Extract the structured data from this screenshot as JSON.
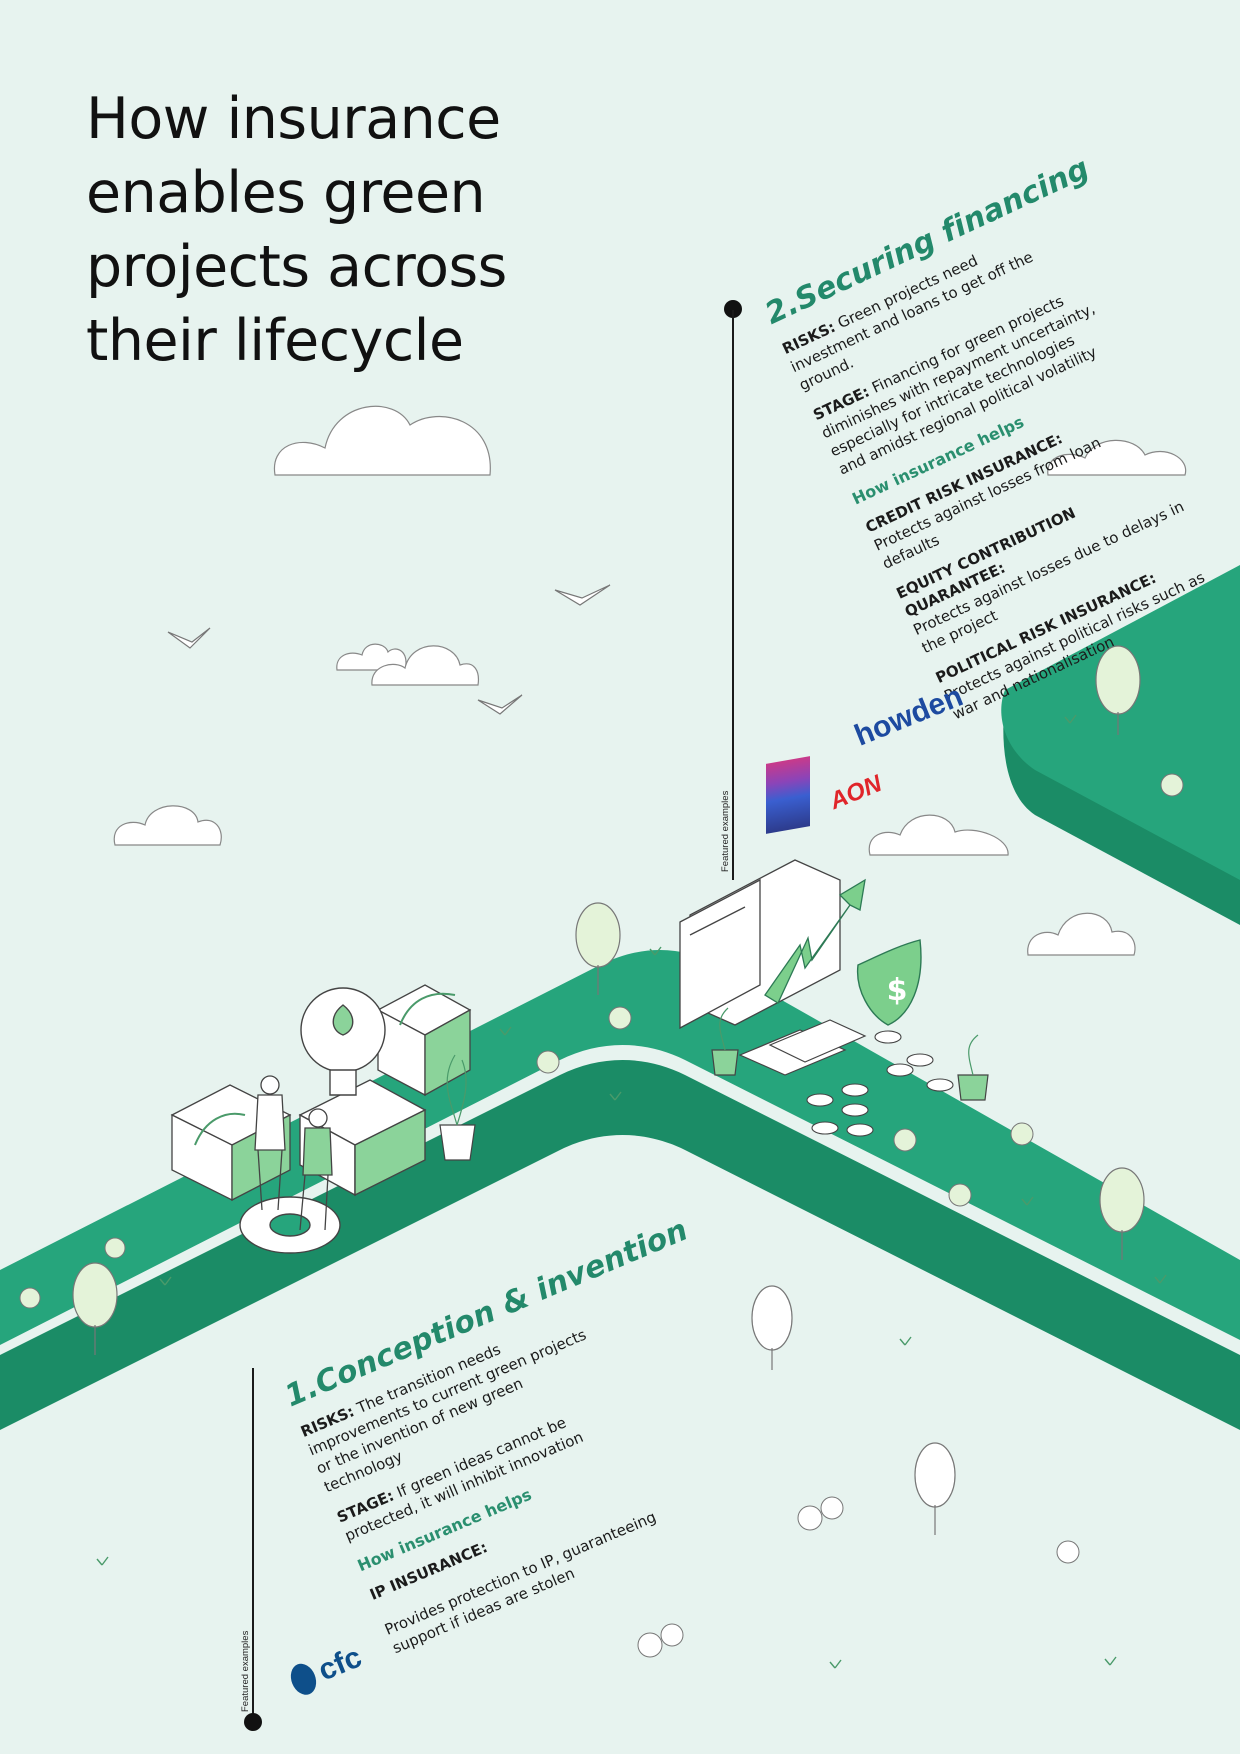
{
  "title": "How insurance enables green projects across their lifecycle",
  "colors": {
    "background": "#e7f3ef",
    "road_top": "#26a57c",
    "road_side": "#1b8c66",
    "accent_text": "#23896b",
    "line": "#1a1a1a"
  },
  "stage1": {
    "heading": "1.Conception & invention",
    "risks_label": "RISKS:",
    "risks_text": "The transition needs improvements to current green projects or the invention of new green technology",
    "stage_label": "STAGE:",
    "stage_text": "If green ideas cannot be protected, it will inhibit innovation",
    "helps": "How insurance helps",
    "products": [
      {
        "name": "IP INSURANCE:",
        "desc": "Provides protection to IP, guaranteeing support if ideas are stolen"
      }
    ],
    "featured_label": "Featured examples",
    "logos": [
      "cfc"
    ]
  },
  "stage2": {
    "heading": "2.Securing financing",
    "risks_label": "RISKS:",
    "risks_text": "Green projects need investment and loans to get off the ground.",
    "stage_label": "STAGE:",
    "stage_text": "Financing for green projects diminishes with repayment uncertainty, especially for intricate technologies and amidst regional political volatility",
    "helps": "How insurance helps",
    "products": [
      {
        "name": "CREDIT RISK INSURANCE:",
        "desc": "Protects against losses from loan defaults"
      },
      {
        "name": "EQUITY CONTRIBUTION QUARANTEE:",
        "desc": "Protects against losses due to delays in the project"
      },
      {
        "name": "POLITICAL RISK INSURANCE:",
        "desc": "Protects against political risks such as war and nationalisation"
      }
    ],
    "featured_label": "Featured examples",
    "logos": [
      "howden",
      "AON"
    ]
  },
  "icons": [
    "lightbulb-icon",
    "gear-icon",
    "dollar-shield-icon",
    "growth-arrow-icon",
    "coins-icon",
    "cloud-icon",
    "bird-icon",
    "tree-icon",
    "bush-icon",
    "plant-icon",
    "browser-window-icon",
    "cards-icon",
    "people-icon",
    "cabinet-icon"
  ]
}
